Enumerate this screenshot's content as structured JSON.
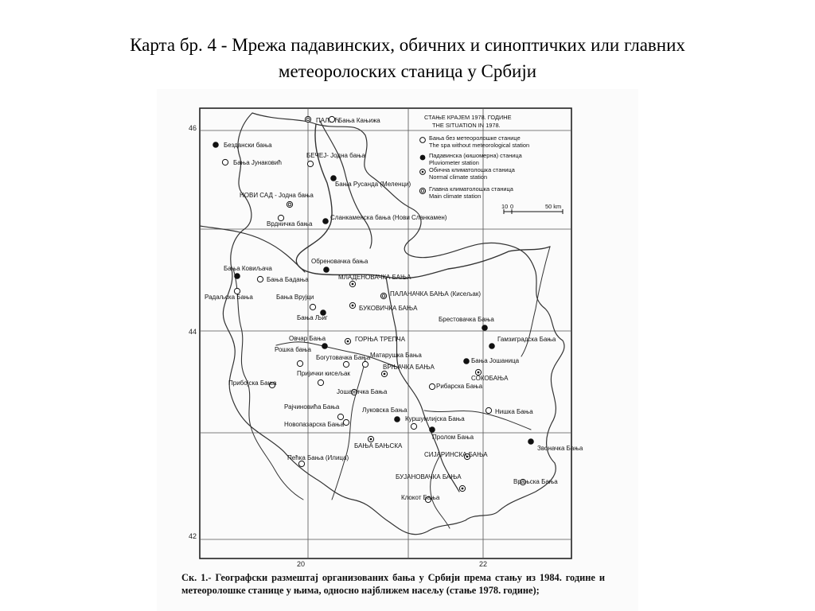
{
  "title": {
    "line1": "Карта бр. 4 - Мрежа падавинских, обичних и синоптичких или главних",
    "line2": "метеоролоских станица у Србији"
  },
  "legend": {
    "header1": "СТАЊЕ КРАЈЕМ 1978. ГОДИНЕ",
    "header2": "THE SITUATION IN 1978.",
    "items": [
      {
        "sym": "open",
        "line1": "Бања без метеоролошке станице",
        "line2": "The spa without meteorological station"
      },
      {
        "sym": "filled",
        "line1": "Падавинска (кишомерна) станица",
        "line2": "Pluviometer station"
      },
      {
        "sym": "dot",
        "line1": "Обична климатолошка станица",
        "line2": "Normal climate station"
      },
      {
        "sym": "double",
        "line1": "Главна климатолошка станица",
        "line2": "Main climate station"
      }
    ],
    "scale": {
      "t0": "10",
      "t1": "0",
      "t2": "50 km"
    }
  },
  "coords": {
    "lat46": "46",
    "lat44": "44",
    "lat42": "42",
    "lon20": "20",
    "lon22": "22"
  },
  "stations": [
    {
      "name": "ПАЛИЋ",
      "sym": "double"
    },
    {
      "name": "Бања Кањижа",
      "sym": "open"
    },
    {
      "name": "Бездански бања",
      "sym": "filled"
    },
    {
      "name": "Бања Јунаковић",
      "sym": "open"
    },
    {
      "name": "БЕЧЕЈ- Јодна бања",
      "sym": "open"
    },
    {
      "name": "Бања Русанда (Меленци)",
      "sym": "filled"
    },
    {
      "name": "НОВИ САД - Јодна бања",
      "sym": "double"
    },
    {
      "name": "Врдничка бања",
      "sym": "open"
    },
    {
      "name": "Сланкаменска бања (Нови Сланкамен)",
      "sym": "filled"
    },
    {
      "name": "Бања Ковиљача",
      "sym": "filled"
    },
    {
      "name": "Бања Бадања",
      "sym": "open"
    },
    {
      "name": "Радаљска Бања",
      "sym": "open"
    },
    {
      "name": "Обреновачка бања",
      "sym": "filled"
    },
    {
      "name": "МЛАДЕНОВАЧКА БАЊА",
      "sym": "dot"
    },
    {
      "name": "ПАЛАНАЧКА БАЊА (Кисељак)",
      "sym": "double"
    },
    {
      "name": "Бања Врујци",
      "sym": "open"
    },
    {
      "name": "БУКОВИЧКА БАЊА",
      "sym": "dot"
    },
    {
      "name": "Бања Љиг",
      "sym": "filled"
    },
    {
      "name": "Брестовачка Бања",
      "sym": "filled"
    },
    {
      "name": "Овчар Бања",
      "sym": "filled"
    },
    {
      "name": "ГОРЊА ТРЕПЧА",
      "sym": "dot"
    },
    {
      "name": "Гамзиградска Бања",
      "sym": "filled"
    },
    {
      "name": "Рошка бања",
      "sym": "open"
    },
    {
      "name": "Богутовачка Бања",
      "sym": "open"
    },
    {
      "name": "Матарушка Бања",
      "sym": "open"
    },
    {
      "name": "ВРЊАЧКА БАЊА",
      "sym": "dot"
    },
    {
      "name": "Бања Јошаница",
      "sym": "filled"
    },
    {
      "name": "СОКОБАЊА",
      "sym": "dot"
    },
    {
      "name": "Прибојска Бања",
      "sym": "open"
    },
    {
      "name": "Пријички кисељак",
      "sym": "open"
    },
    {
      "name": "Јошаничка Бања",
      "sym": "open"
    },
    {
      "name": "Рибарска Бања",
      "sym": "open"
    },
    {
      "name": "Рајчиновића Бања",
      "sym": "open"
    },
    {
      "name": "Луковска Бања",
      "sym": "filled"
    },
    {
      "name": "Куршумлијска Бања",
      "sym": "open"
    },
    {
      "name": "Нишка Бања",
      "sym": "open"
    },
    {
      "name": "Новопазарска Бања",
      "sym": "open"
    },
    {
      "name": "Пролом Бања",
      "sym": "filled"
    },
    {
      "name": "БАЊА БАЊСКА",
      "sym": "dot"
    },
    {
      "name": "Звоначка Бања",
      "sym": "filled"
    },
    {
      "name": "СИЈАРИНСКА БАЊА",
      "sym": "dot"
    },
    {
      "name": "Пећка Бања (Илица)",
      "sym": "open"
    },
    {
      "name": "БУЈАНОВАЧКА БАЊА",
      "sym": "dot"
    },
    {
      "name": "Врањска Бања",
      "sym": "open"
    },
    {
      "name": "Клокот Бања",
      "sym": "open"
    }
  ],
  "caption": {
    "label": "Ск. 1.-",
    "text": "Географски размештај организованих бања у Србији према стању из 1984. године и метеоролошке станице у њима, односно најближем насељу (стање 1978. године);"
  }
}
